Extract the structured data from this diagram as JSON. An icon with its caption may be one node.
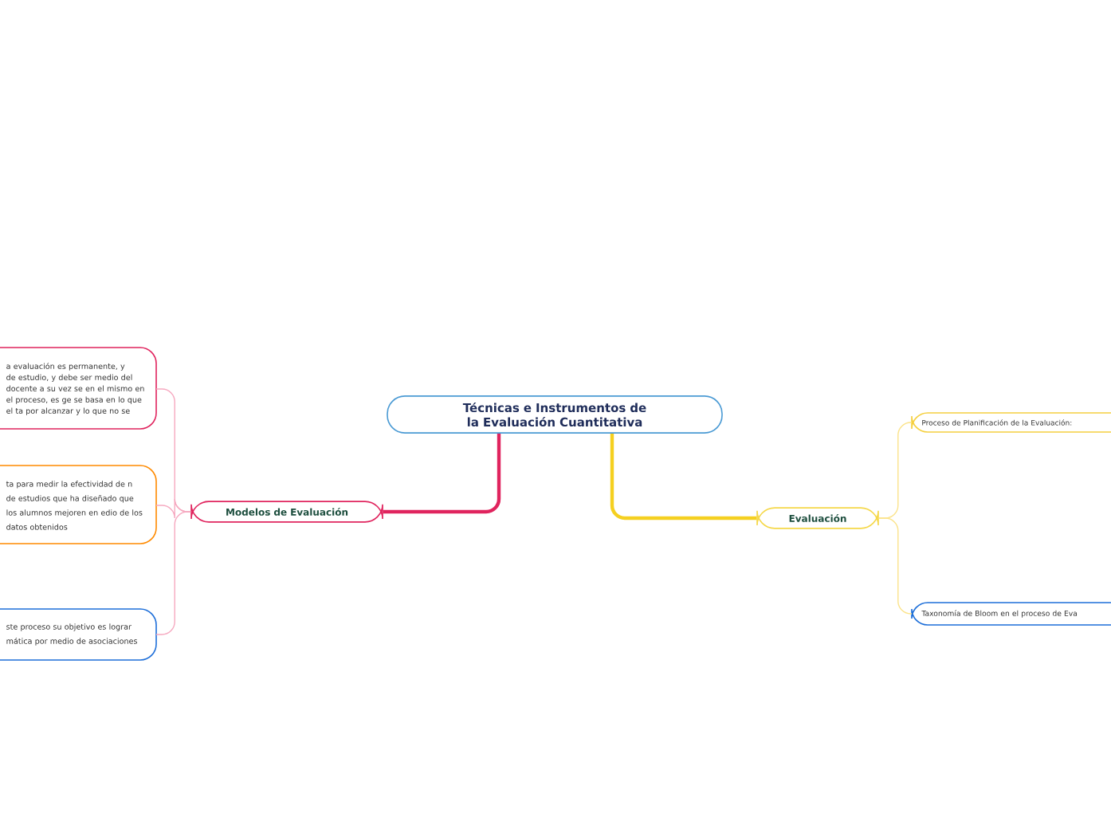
{
  "diagram": {
    "nodes": [
      {
        "text": [
          "Técnicas e Instrumentos de la Evaluación Cuantitativa"
        ]
      },
      {
        "text": [
          "Modelos de Evaluación"
        ]
      },
      {
        "text": [
          "Evaluación"
        ]
      },
      {
        "text": [
          "a evaluación es permanente, y de estudio, y debe ser medio del docente a su vez se en el mismo en el proceso, es ge se basa en lo que el ta por alcanzar y lo que no se"
        ]
      },
      {
        "text": [
          "ta para medir la efectividad de n de estudios que ha diseñado que los alumnos mejoren en edio de los datos obtenidos"
        ]
      },
      {
        "text": [
          "ste proceso su objetivo es lograr mática por medio de asociaciones"
        ]
      },
      {
        "text": [
          "Proceso de Planificación de la Evaluación:"
        ]
      },
      {
        "text": [
          "Taxonomía de Bloom en el proceso de Eva"
        ]
      }
    ],
    "edges": [
      {
        "from": 0,
        "to": 1,
        "arrow": "none",
        "style": "thick",
        "color": "#e0245e"
      },
      {
        "from": 0,
        "to": 2,
        "arrow": "none",
        "style": "thick",
        "color": "#f5d020"
      },
      {
        "from": 1,
        "to": 3,
        "arrow": "none",
        "color": "#f6a9c0"
      },
      {
        "from": 1,
        "to": 4,
        "arrow": "none",
        "color": "#f6a9c0"
      },
      {
        "from": 1,
        "to": 5,
        "arrow": "none",
        "color": "#f6a9c0"
      },
      {
        "from": 2,
        "to": 6,
        "arrow": "none",
        "color": "#fbe38a"
      },
      {
        "from": 2,
        "to": 7,
        "arrow": "none",
        "color": "#fbe38a"
      }
    ]
  }
}
